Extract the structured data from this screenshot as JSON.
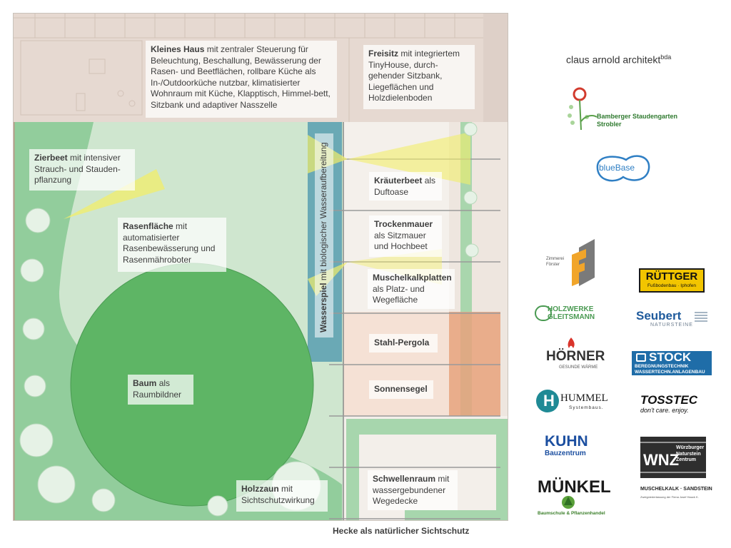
{
  "labels": {
    "kleines_haus": {
      "title": "Kleines Haus",
      "text": "mit zentraler Steuerung für Beleuchtung, Beschallung, Bewässerung der Rasen- und Beetflächen, rollbare Küche als In-/Outdoorküche nutzbar, klimatisierter Wohnraum mit Küche, Klapptisch, Himmel-bett, Sitzbank und adaptiver Nasszelle"
    },
    "freisitz": {
      "title": "Freisitz",
      "text": "mit integriertem TinyHouse, durch-gehender Sitzbank, Liegeflächen und Holzdielenboden"
    },
    "zierbeet": {
      "title": "Zierbeet",
      "text": "mit intensiver Strauch- und Stauden-pflanzung"
    },
    "rasenflaeche": {
      "title": "Rasenfläche",
      "text": "mit automatisierter Rasenbewässerung und Rasenmähroboter"
    },
    "baum": {
      "title": "Baum",
      "text": "als Raumbildner"
    },
    "holzzaun": {
      "title": "Holzzaun",
      "text": "mit Sichtschutzwirkung"
    },
    "wasserspiel": {
      "title": "Wasserspiel",
      "text": "mit biologischer Wasseraufbereitung"
    },
    "kraeuterbeet": {
      "title": "Kräuterbeet",
      "text": "als Duftoase"
    },
    "trockenmauer": {
      "title": "Trockenmauer",
      "text": "als Sitzmauer und Hochbeet"
    },
    "muschelkalk": {
      "title": "Muschelkalkplatten",
      "text": "als Platz- und Wegefläche"
    },
    "stahl_pergola": {
      "title": "Stahl-Pergola",
      "text": ""
    },
    "sonnensegel": {
      "title": "Sonnensegel",
      "text": ""
    },
    "schwellenraum": {
      "title": "Schwellenraum",
      "text": "mit wassergebundener Wegedecke"
    },
    "hecke": {
      "title": "",
      "text": "Hecke als natürlicher Sichtschutz"
    }
  },
  "logos": {
    "claus_arnold": {
      "text": "claus arnold architekt",
      "sup": "bda"
    },
    "staudengarten": {
      "line1": "Bamberger Staudengarten",
      "line2": "Strobler"
    },
    "bluebase": {
      "text": "blueBase"
    },
    "zimmerei": {
      "line1": "Zimmerei",
      "line2": "Förster"
    },
    "ruettger": {
      "name": "RÜTTGER",
      "sub": "Fußbodenbau · Iphofen"
    },
    "holzwerke": {
      "line1": "HOLZWERKE",
      "line2": "GLEITSMANN"
    },
    "seubert": {
      "name": "Seubert",
      "sub": "NATURSTEINE"
    },
    "hoerner": {
      "name": "HÖRNER",
      "sub": "GESUNDE WÄRME"
    },
    "stock": {
      "name": "STOCK",
      "line1": "BEREGNUNGSTECHNIK",
      "line2": "WASSERTECHN.ANLAGENBAU"
    },
    "hummel": {
      "name": "HUMMEL",
      "sub": "Systembaus."
    },
    "tosstec": {
      "name": "TOSSTEC",
      "sub": "don't care. enjoy."
    },
    "kuhn": {
      "name": "KUHN",
      "sub": "Bauzentrum"
    },
    "wnz": {
      "mark": "WNZ",
      "line1": "Würzburger",
      "line2": "Naturstein",
      "line3": "Zentrum",
      "sub": "MUSCHELKALK · SANDSTEIN",
      "small": "Zweigniederlassung der Firma Josef Hauck K."
    },
    "muenkel": {
      "name": "MÜNKEL",
      "sub": "Baumschule & Pflanzenhandel"
    }
  },
  "colors": {
    "lawn": "#cfe6cf",
    "bed": "#8fcc9a",
    "tree": "#5eb565",
    "house": "#e4d7cf",
    "water": "#6aa9b5",
    "terrace": "#f3efea",
    "sail": "#e8a27c",
    "ruettger": "#f2c500",
    "stock": "#1f6da8"
  }
}
